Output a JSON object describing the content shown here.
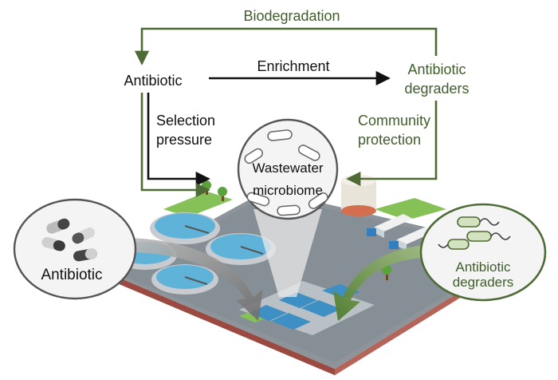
{
  "labels": {
    "biodegradation": "Biodegradation",
    "antibiotic_top": "Antibiotic",
    "enrichment": "Enrichment",
    "degraders_top_line1": "Antibiotic",
    "degraders_top_line2": "degraders",
    "selection_line1": "Selection",
    "selection_line2": "pressure",
    "community_line1": "Community",
    "community_line2": "protection",
    "microbiome_line1": "Wastewater",
    "microbiome_line2": "microbiome",
    "antibiotic_bubble": "Antibiotic",
    "degraders_bubble_line1": "Antibiotic",
    "degraders_bubble_line2": "degraders"
  },
  "colors": {
    "black_text": "#111111",
    "green_text": "#3f5e2b",
    "green_arrow": "#4e6b35",
    "platform_top": "#8d949a",
    "platform_side": "#a8564b",
    "tank_water": "#5fb3d9",
    "bubble_fill": "#f4f4f4",
    "bubble_stroke": "#555555"
  }
}
